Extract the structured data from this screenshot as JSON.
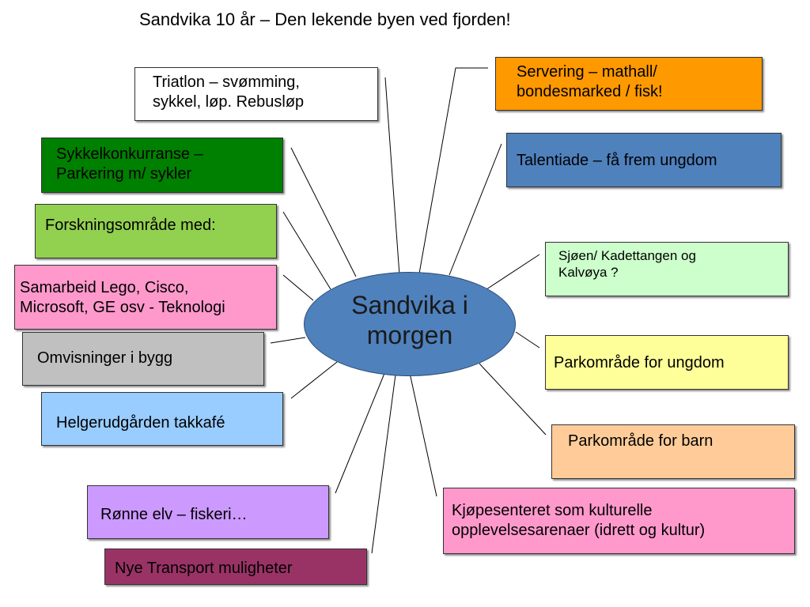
{
  "title": "Sandvika 10 år – Den lekende byen ved fjorden!",
  "center": {
    "label": "Sandvika i\nmorgen",
    "color": "#4f81bd"
  },
  "nodes": {
    "triatlon": {
      "lines": [
        "Triatlon – svømming,",
        "sykkel, løp. Rebusløp"
      ],
      "color": "#ffffff"
    },
    "sykkelkonkurranse": {
      "lines": [
        "Sykkelkonkurranse –",
        "Parkering m/ sykler"
      ],
      "color": "#008000"
    },
    "forskning": {
      "lines": [
        "Forskningsområde med:"
      ],
      "color": "#92d050"
    },
    "samarbeid": {
      "lines": [
        "Samarbeid Lego, Cisco,",
        "Microsoft, GE osv - Teknologi"
      ],
      "color": "#ff99cc"
    },
    "omvisninger": {
      "lines": [
        "Omvisninger i bygg"
      ],
      "color": "#c0c0c0"
    },
    "helgerud": {
      "lines": [
        "Helgerudgården takkafé"
      ],
      "color": "#99ccff"
    },
    "ronne": {
      "lines": [
        "Rønne elv – fiskeri…"
      ],
      "color": "#cc99ff"
    },
    "transport": {
      "lines": [
        "Nye Transport muligheter"
      ],
      "color": "#993366"
    },
    "servering": {
      "lines": [
        "Servering – mathall/",
        "bondesmarked / fisk!"
      ],
      "color": "#ff9900"
    },
    "talentiade": {
      "lines": [
        "Talentiade – få frem ungdom"
      ],
      "color": "#4f81bd"
    },
    "sjoen": {
      "lines": [
        "Sjøen/ Kadettangen og",
        "Kalvøya ?"
      ],
      "color": "#ccffcc"
    },
    "park-ungdom": {
      "lines": [
        "Parkområde for ungdom"
      ],
      "color": "#ffff99"
    },
    "park-barn": {
      "lines": [
        "Parkområde for barn"
      ],
      "color": "#ffcc99"
    },
    "kjopesenter": {
      "lines": [
        "Kjøpesenteret som kulturelle",
        "opplevelsesarenaer (idrett og kultur)"
      ],
      "color": "#ff99cc"
    }
  }
}
